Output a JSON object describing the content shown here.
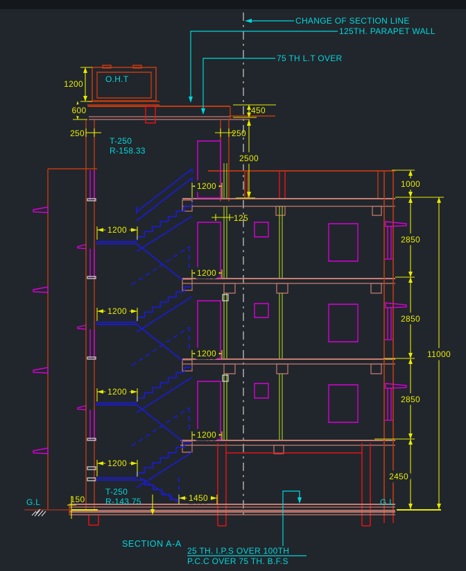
{
  "annotations": {
    "change_of_section_line": "CHANGE OF SECTION LINE",
    "parapet_wall": "125TH. PARAPET WALL",
    "lt_over": "75 TH L.T OVER",
    "oht": "O.H.T",
    "stair_top_t": "T-250",
    "stair_top_r": "R-158.33",
    "stair_bottom_t": "T-250",
    "stair_bottom_r": "R-143.75",
    "gl_left": "G.L",
    "gl_right": "G.L",
    "section_title": "SECTION A-A",
    "note_line1": "25 TH. I.P.S OVER 100TH",
    "note_line2": "P.C.C OVER 75 TH. B.F.S"
  },
  "dims": {
    "oht_height": "1200",
    "tank_base": "600",
    "wall_left": "250",
    "wall_right": "250",
    "slab_step": "450",
    "mumty_height": "2500",
    "offset_125": "125",
    "landing_left": [
      "1200",
      "1200",
      "1200",
      "1200"
    ],
    "landing_right": [
      "1200",
      "1200",
      "1200",
      "1200"
    ],
    "flight_run": "1450",
    "plinth_height": "150",
    "right_chain": [
      "1000",
      "2850",
      "2850",
      "2850",
      "2450"
    ],
    "total_height": "11000"
  },
  "colors": {
    "background": "#21262c",
    "wall_red": "#c23a10",
    "column_red": "#e31414",
    "slab_salmon": "#c87d72",
    "dimension_yellow": "#e8ea00",
    "annotation_cyan": "#00d8dc",
    "stair_blue": "#1a1ae6",
    "opening_magenta": "#d800d8",
    "partition_green": "#a6c41c",
    "section_line_gray": "#cfcfcf"
  }
}
